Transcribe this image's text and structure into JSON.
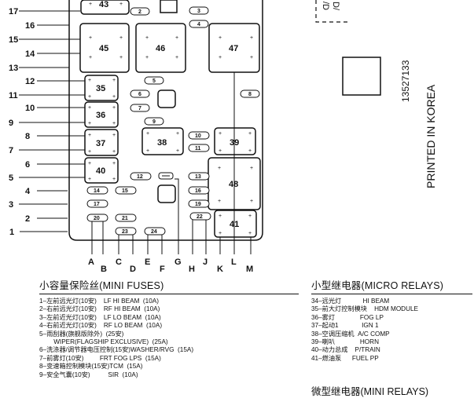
{
  "diagram": {
    "left_numbers": [
      "17",
      "16",
      "15",
      "14",
      "13",
      "12",
      "11",
      "10",
      "9",
      "8",
      "7",
      "6",
      "5",
      "4",
      "3",
      "2",
      "1"
    ],
    "bottom_letters": [
      "A",
      "B",
      "C",
      "D",
      "E",
      "F",
      "G",
      "H",
      "J",
      "K",
      "L",
      "M"
    ],
    "relays": [
      "43",
      "45",
      "46",
      "47",
      "35",
      "36",
      "37",
      "38",
      "39",
      "40",
      "48",
      "41"
    ],
    "fuses": [
      "2",
      "3",
      "4",
      "5",
      "6",
      "7",
      "8",
      "9",
      "10",
      "11",
      "12",
      "13",
      "14",
      "15",
      "16",
      "17",
      "19",
      "20",
      "21",
      "22",
      "23",
      "24"
    ],
    "plus_sign": "+",
    "dashed_box_text": [
      "D/",
      "/D"
    ],
    "part_number": "13527133",
    "printed_in": "PRINTED IN KOREA"
  },
  "mini_fuses": {
    "title": "小容量保险丝(MINI FUSES)",
    "items": [
      "1–左前远光灯(10安)    LF HI BEAM  (10A)",
      "2–右前远光灯(10安)    RF HI BEAM  (10A)",
      "3–左前近光灯(10安)    LF LO BEAM  (10A)",
      "4–右前近光灯(10安)    RF LO BEAM  (10A)",
      "5–雨刮器(旗舰版除外)  (25安)",
      "        WIPER(FLAGSHIP EXCLUSIVE)  (25A)",
      "6–洗涤器/调节器电压控制(15安)WASHER/RVG  (15A)",
      "7–前雾灯(10安)         FRT FOG LPS  (15A)",
      "8–变速箱控制模块(15安)TCM  (15A)",
      "9–安全气囊(10安)          SIR  (10A)"
    ]
  },
  "micro_relays": {
    "title": "小型继电器(MICRO RELAYS)",
    "items": [
      "34–远光灯            HI BEAM",
      "35–前大灯控制模块    HDM MODULE",
      "36–雾灯              FOG LP",
      "37–起动1             IGN 1",
      "38–空调压缩机  A/C COMP",
      "39–喇叭              HORN",
      "40–动力总成    P/TRAIN",
      "41–燃油泵      FUEL PP"
    ]
  },
  "mini_relays": {
    "title": "微型继电器(MINI RELAYS)"
  }
}
